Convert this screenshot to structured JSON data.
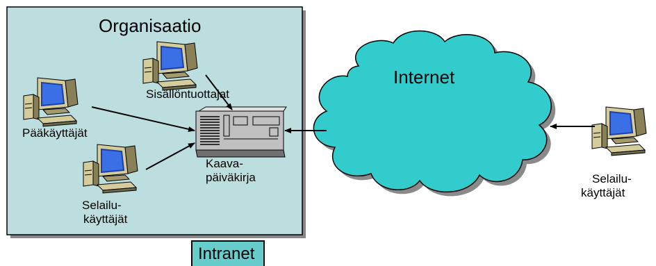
{
  "organization": {
    "title": "Organisaatio",
    "fill": "#bcdede"
  },
  "cloud": {
    "title": "Internet",
    "fill": "#33cccc"
  },
  "server": {
    "label_line1": "Kaava-",
    "label_line2": "päiväkirja"
  },
  "clients": {
    "content_producers": {
      "label": "Sisällöntuottajat"
    },
    "admins": {
      "label": "Pääkäyttäjät"
    },
    "internal_browsers": {
      "label_line1": "Selailu-",
      "label_line2": "käyttäjät"
    },
    "external_browsers": {
      "label_line1": "Selailu-",
      "label_line2": "käyttäjät"
    }
  },
  "intranet": {
    "label": "Intranet",
    "fill": "#66cccc"
  }
}
